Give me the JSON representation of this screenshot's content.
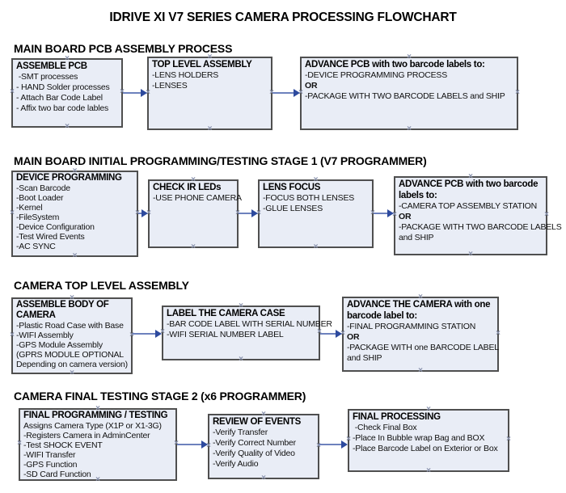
{
  "title": "IDRIVE XI V7 SERIES CAMERA PROCESSING FLOWCHART",
  "colors": {
    "box_fill": "#e9edf6",
    "box_border": "#4f4f4f",
    "arrow_shaft": "#6d81bd",
    "arrow_head": "#2d4a9e",
    "handle": "#8a93ad"
  },
  "sections": [
    {
      "heading": "MAIN BOARD PCB ASSEMBLY PROCESS",
      "boxes": [
        {
          "title": "ASSEMBLE PCB",
          "lines": [
            " -SMT processes",
            "- HAND Solder processes",
            "- Attach Bar Code Label",
            "- Affix two bar code lables"
          ]
        },
        {
          "title": "TOP LEVEL ASSEMBLY",
          "lines": [
            "-LENS HOLDERS",
            "-LENSES"
          ]
        },
        {
          "title": "ADVANCE PCB with two barcode labels to:",
          "lines": [
            "-DEVICE PROGRAMMING PROCESS",
            "OR",
            "-PACKAGE WITH TWO BARCODE LABELS and SHIP"
          ]
        }
      ]
    },
    {
      "heading": "MAIN BOARD INITIAL PROGRAMMING/TESTING STAGE 1 (V7 PROGRAMMER)",
      "boxes": [
        {
          "title": "DEVICE PROGRAMMING",
          "lines": [
            "-Scan Barcode",
            "-Boot Loader",
            "-Kernel",
            "-FileSystem",
            "-Device Configuration",
            "-Test Wired Events",
            "-AC SYNC"
          ]
        },
        {
          "title": "CHECK IR LEDs",
          "lines": [
            "-USE PHONE CAMERA"
          ]
        },
        {
          "title": "LENS FOCUS",
          "lines": [
            "-FOCUS BOTH LENSES",
            "-GLUE LENSES"
          ]
        },
        {
          "title": "ADVANCE PCB with two barcode labels to:",
          "lines": [
            "-CAMERA TOP ASSEMBLY STATION",
            "OR",
            "-PACKAGE WITH TWO BARCODE LABELS",
            "and SHIP"
          ]
        }
      ]
    },
    {
      "heading": "CAMERA TOP LEVEL ASSEMBLY",
      "boxes": [
        {
          "title": "ASSEMBLE BODY OF CAMERA",
          "lines": [
            "-Plastic Road Case with Base",
            "-WIFI Assembly",
            "-GPS Module Assembly",
            "(GPRS MODULE OPTIONAL",
            "Depending on camera version)"
          ]
        },
        {
          "title": "LABEL THE CAMERA CASE",
          "lines": [
            "-BAR CODE LABEL WITH SERIAL NUMBER",
            "-WIFI SERIAL NUMBER LABEL"
          ]
        },
        {
          "title": "ADVANCE THE CAMERA with one barcode label to:",
          "lines": [
            "-FINAL PROGRAMMING STATION",
            "OR",
            "-PACKAGE WITH one BARCODE LABEL",
            "and SHIP"
          ]
        }
      ]
    },
    {
      "heading": "CAMERA FINAL TESTING STAGE 2 (x6 PROGRAMMER)",
      "boxes": [
        {
          "title": "FINAL PROGRAMMING / TESTING",
          "lines": [
            "Assigns Camera Type (X1P or X1-3G)",
            "-Registers Camera in AdminCenter",
            "-Test SHOCK EVENT",
            "-WIFI Transfer",
            "-GPS Function",
            "-SD Card Function"
          ]
        },
        {
          "title": "REVIEW OF EVENTS",
          "lines": [
            "-Verify Transfer",
            "-Verify Correct Number",
            "-Verify Quality of Video",
            "-Verify Audio"
          ]
        },
        {
          "title": "FINAL PROCESSING",
          "lines": [
            " -Check Final Box",
            "-Place In Bubble wrap Bag and BOX",
            "-Place Barcode Label on Exterior or Box"
          ]
        }
      ]
    }
  ]
}
